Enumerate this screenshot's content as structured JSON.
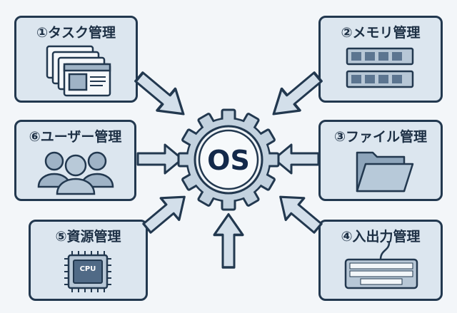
{
  "center": {
    "label": "OS"
  },
  "modules": [
    {
      "id": 1,
      "title": "①タスク管理",
      "icon": "windows-stack-icon"
    },
    {
      "id": 2,
      "title": "②メモリ管理",
      "icon": "memory-module-icon"
    },
    {
      "id": 3,
      "title": "③ファイル管理",
      "icon": "folder-icon"
    },
    {
      "id": 4,
      "title": "④入出力管理",
      "icon": "keyboard-icon"
    },
    {
      "id": 5,
      "title": "⑤資源管理",
      "icon": "cpu-icon",
      "icon_text": "CPU"
    },
    {
      "id": 6,
      "title": "⑥ユーザー管理",
      "icon": "users-icon"
    }
  ],
  "colors": {
    "outline": "#22384f",
    "box_fill": "#dce6ef",
    "arrow_fill": "#d3dfea",
    "background": "#f3f6f9"
  }
}
